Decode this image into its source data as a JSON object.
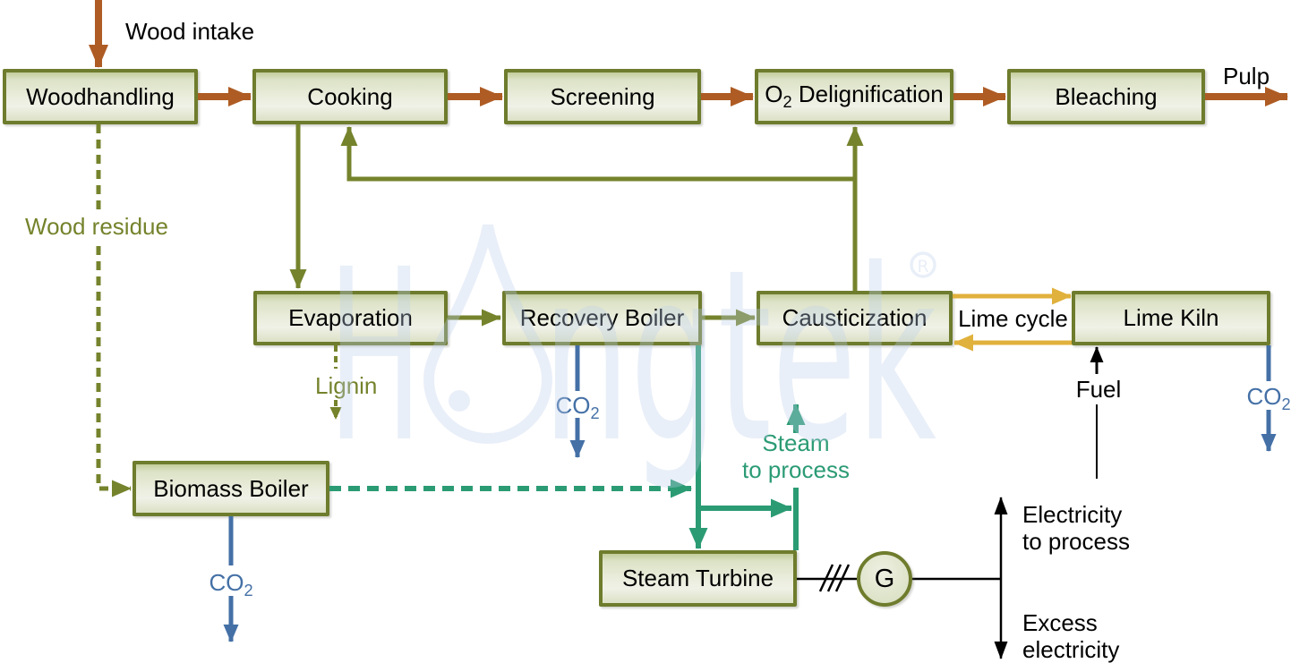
{
  "boxes": [
    {
      "id": "woodhandling",
      "label": "Woodhandling"
    },
    {
      "id": "cooking",
      "label": "Cooking"
    },
    {
      "id": "screening",
      "label": "Screening"
    },
    {
      "id": "o2-delignification",
      "pre": "O",
      "sub": "2",
      "post": " Delignification"
    },
    {
      "id": "bleaching",
      "label": "Bleaching"
    },
    {
      "id": "evaporation",
      "label": "Evaporation"
    },
    {
      "id": "recovery-boiler",
      "label": "Recovery Boiler"
    },
    {
      "id": "causticization",
      "label": "Causticization"
    },
    {
      "id": "lime-kiln",
      "label": "Lime Kiln"
    },
    {
      "id": "biomass-boiler",
      "label": "Biomass Boiler"
    },
    {
      "id": "steam-turbine",
      "label": "Steam Turbine"
    }
  ],
  "generator_label": "G",
  "flow_labels": {
    "wood_intake": "Wood intake",
    "pulp": "Pulp",
    "wood_residue": "Wood residue",
    "lignin": "Lignin",
    "lime_cycle": "Lime cycle",
    "fuel": "Fuel",
    "steam_to_process_line1": "Steam",
    "steam_to_process_line2": "to process",
    "electricity_to_process_line1": "Electricity",
    "electricity_to_process_line2": "to process",
    "excess_electricity_line1": "Excess",
    "excess_electricity_line2": "electricity"
  },
  "co2_emissions": [
    {
      "source": "recovery-boiler",
      "text": "CO",
      "sub": "2"
    },
    {
      "source": "biomass-boiler",
      "text": "CO",
      "sub": "2"
    },
    {
      "source": "lime-kiln",
      "text": "CO",
      "sub": "2"
    }
  ],
  "watermark": {
    "brand_pre": "H",
    "brand_post": "ngtek",
    "registered_mark": "R"
  },
  "colors": {
    "border": "#6e7c2d",
    "box_edge": "#c2cd9b",
    "box_mid": "#eaeddc",
    "wood": "#ae5c24",
    "chem": "#75832c",
    "steam": "#2b9b74",
    "co2": "#4470a6",
    "lime": "#e0b13c",
    "ink": "#000000",
    "watermark": "#bed0eb"
  }
}
